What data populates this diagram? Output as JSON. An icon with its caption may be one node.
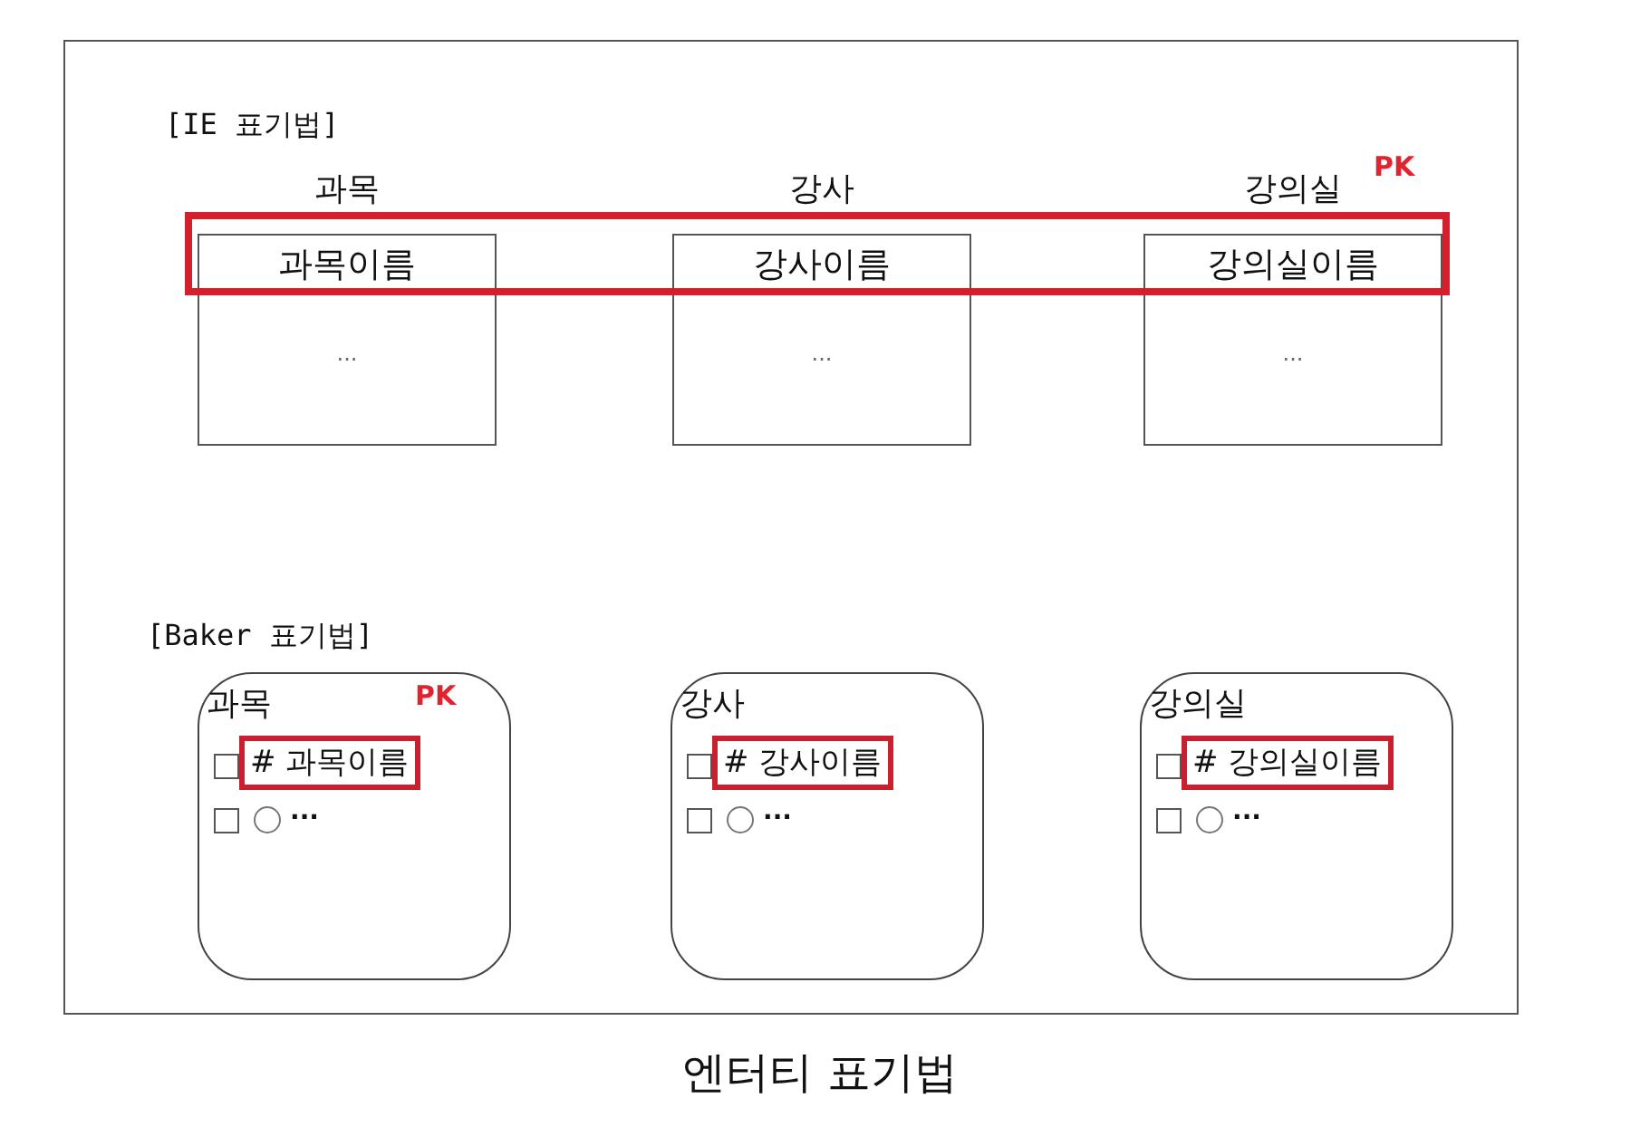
{
  "diagram": {
    "caption": "엔터티 표기법",
    "nodes": [
      {
        "text": [],
        "shape": "box"
      },
      {
        "text": [
          "과목",
          "과목이름",
          "..."
        ],
        "in": 0
      },
      {
        "text": [
          "강사",
          "강사이름",
          "..."
        ],
        "in": 0
      },
      {
        "text": [
          "강의실",
          "강의실이름",
          "..."
        ],
        "in": 0
      },
      {
        "text": [
          "과목",
          "# 과목이름",
          "..."
        ],
        "in": 0
      },
      {
        "text": [
          "강사",
          "# 강사이름",
          "..."
        ],
        "in": 0
      },
      {
        "text": [
          "강의실",
          "# 강의실이름",
          "..."
        ],
        "in": 0
      }
    ],
    "edges": [],
    "labels": [
      "[IE 표기법]",
      "PK",
      "[Baker 표기법]",
      "PK"
    ]
  }
}
